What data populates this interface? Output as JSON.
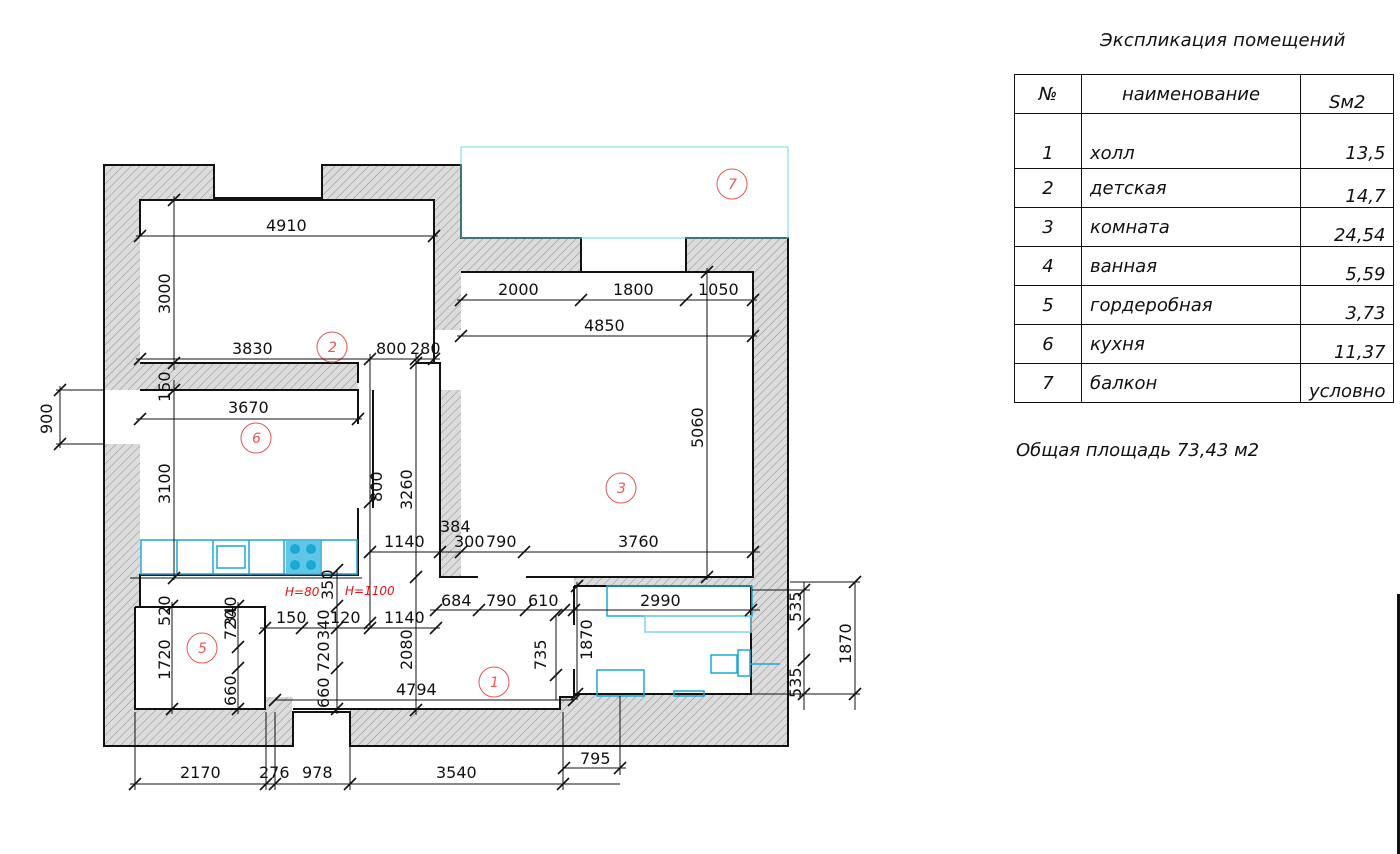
{
  "explication": {
    "title": "Экспликация помещений",
    "headers": {
      "num": "№",
      "name": "наименование",
      "area": "Sм2"
    },
    "rows": [
      {
        "num": "1",
        "name": "холл",
        "area": "13,5"
      },
      {
        "num": "2",
        "name": "детская",
        "area": "14,7"
      },
      {
        "num": "3",
        "name": "комната",
        "area": "24,54"
      },
      {
        "num": "4",
        "name": "ванная",
        "area": "5,59"
      },
      {
        "num": "5",
        "name": "гордеробная",
        "area": "3,73"
      },
      {
        "num": "6",
        "name": "кухня",
        "area": "11,37"
      },
      {
        "num": "7",
        "name": "балкон",
        "area": "условно"
      }
    ],
    "total": "Общая площадь 73,43 м2"
  },
  "plan": {
    "room_markers": [
      "1",
      "2",
      "3",
      "5",
      "6",
      "7"
    ],
    "dimensions": {
      "d4910": "4910",
      "d3000": "3000",
      "d3830": "3830",
      "d800": "800",
      "d280": "280",
      "d150a": "150",
      "d3670": "3670",
      "d3100": "3100",
      "d900": "900",
      "d2000": "2000",
      "d1800": "1800",
      "d1050": "1050",
      "d4850": "4850",
      "d5060": "5060",
      "d3760": "3760",
      "d3260": "3260",
      "d800b": "800",
      "d384": "384",
      "d1140a": "1140",
      "d300": "300",
      "d790a": "790",
      "d520": "520",
      "d350": "350",
      "d150b": "150",
      "d120": "120",
      "d1140b": "1140",
      "d684": "684",
      "d790b": "790",
      "d610": "610",
      "d2990": "2990",
      "d535a": "535",
      "d1870a": "1870",
      "d1870b": "1870",
      "d535b": "535",
      "d735": "735",
      "d2080": "2080",
      "d4794": "4794",
      "d1720": "1720",
      "d720a": "720",
      "d340a": "340",
      "d660a": "660",
      "d720b": "720",
      "d340b": "340",
      "d660b": "660",
      "d2170": "2170",
      "d276": "276",
      "d978": "978",
      "d3540": "3540",
      "d795": "795"
    },
    "heights": {
      "h1": "H=80",
      "h2": "H=1100"
    }
  },
  "colors": {
    "wall_hatch": "#d9d9d9",
    "fixtures": "#1aa9d6",
    "balcony": "#6fd6e6",
    "markers": "#e55555",
    "notes": "#ee1111"
  }
}
